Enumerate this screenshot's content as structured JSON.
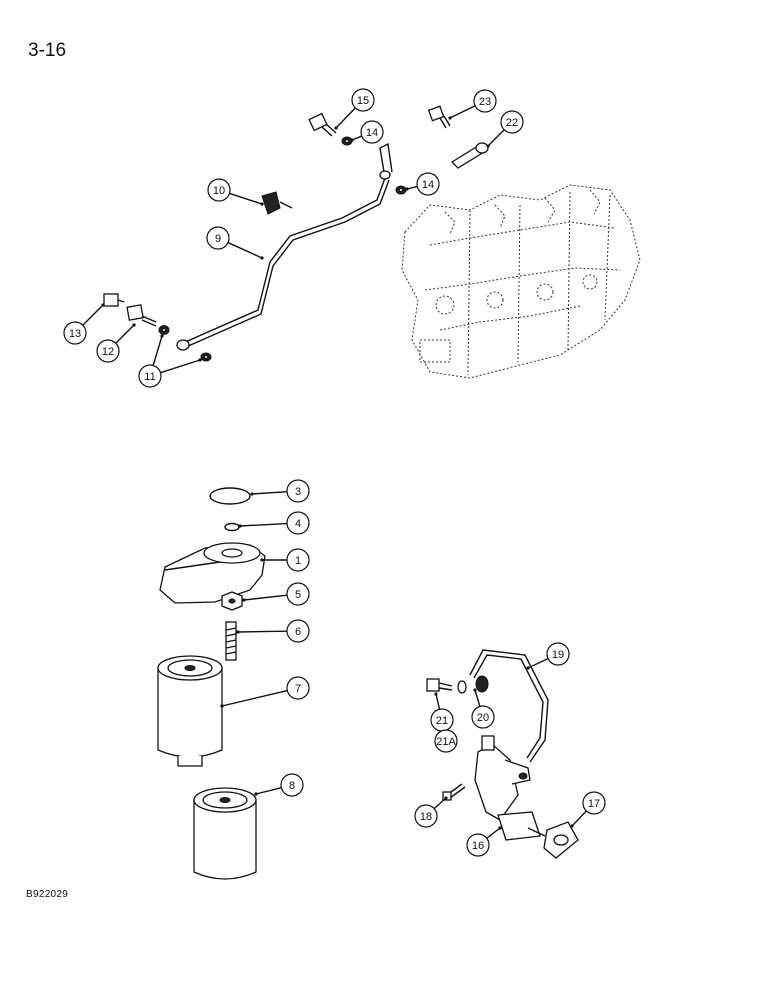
{
  "page": {
    "number": "3-16",
    "figure_code": "B922029"
  },
  "callouts": [
    {
      "id": "c1",
      "label": "1"
    },
    {
      "id": "c3",
      "label": "3"
    },
    {
      "id": "c4",
      "label": "4"
    },
    {
      "id": "c5",
      "label": "5"
    },
    {
      "id": "c6",
      "label": "6"
    },
    {
      "id": "c7",
      "label": "7"
    },
    {
      "id": "c8",
      "label": "8"
    },
    {
      "id": "c9",
      "label": "9"
    },
    {
      "id": "c10",
      "label": "10"
    },
    {
      "id": "c11",
      "label": "11"
    },
    {
      "id": "c12",
      "label": "12"
    },
    {
      "id": "c13",
      "label": "13"
    },
    {
      "id": "c14a",
      "label": "14"
    },
    {
      "id": "c14b",
      "label": "14"
    },
    {
      "id": "c15",
      "label": "15"
    },
    {
      "id": "c16",
      "label": "16"
    },
    {
      "id": "c17",
      "label": "17"
    },
    {
      "id": "c18",
      "label": "18"
    },
    {
      "id": "c19",
      "label": "19"
    },
    {
      "id": "c20",
      "label": "20"
    },
    {
      "id": "c21",
      "label": "21"
    },
    {
      "id": "c21a",
      "label": "21A"
    },
    {
      "id": "c22",
      "label": "22"
    },
    {
      "id": "c23",
      "label": "23"
    }
  ]
}
